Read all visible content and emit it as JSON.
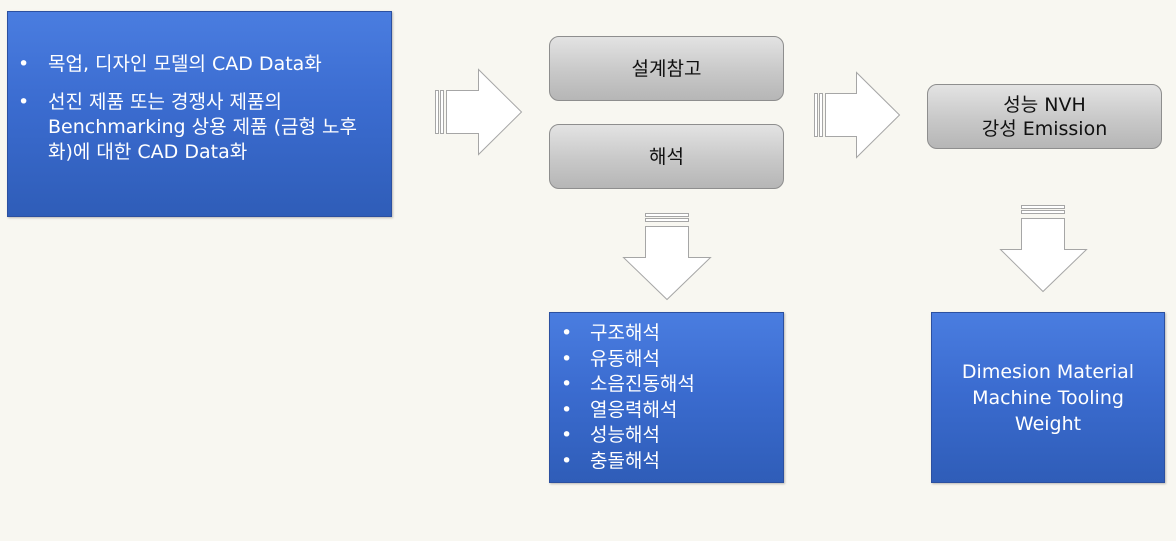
{
  "left_box": {
    "items": [
      "목업, 디자인 모델의 CAD Data화",
      "선진 제품 또는 경쟁사 제품의 Benchmarking 상용 제품 (금형 노후화)에 대한 CAD Data화"
    ]
  },
  "design_reference": "설계참고",
  "analysis": "해석",
  "performance": {
    "line1": "성능 NVH",
    "line2": "강성 Emission"
  },
  "analysis_list": [
    "구조해석",
    "유동해석",
    "소음진동해석",
    "열응력해석",
    "성능해석",
    "충돌해석"
  ],
  "result": {
    "line1": "Dimesion Material",
    "line2": "Machine Tooling",
    "line3": "Weight"
  },
  "colors": {
    "background": "#f8f7f1",
    "blue_box": "#3b6cd0",
    "gray_box": "#c8c8c8",
    "arrow_stroke": "#a6a6a6"
  }
}
